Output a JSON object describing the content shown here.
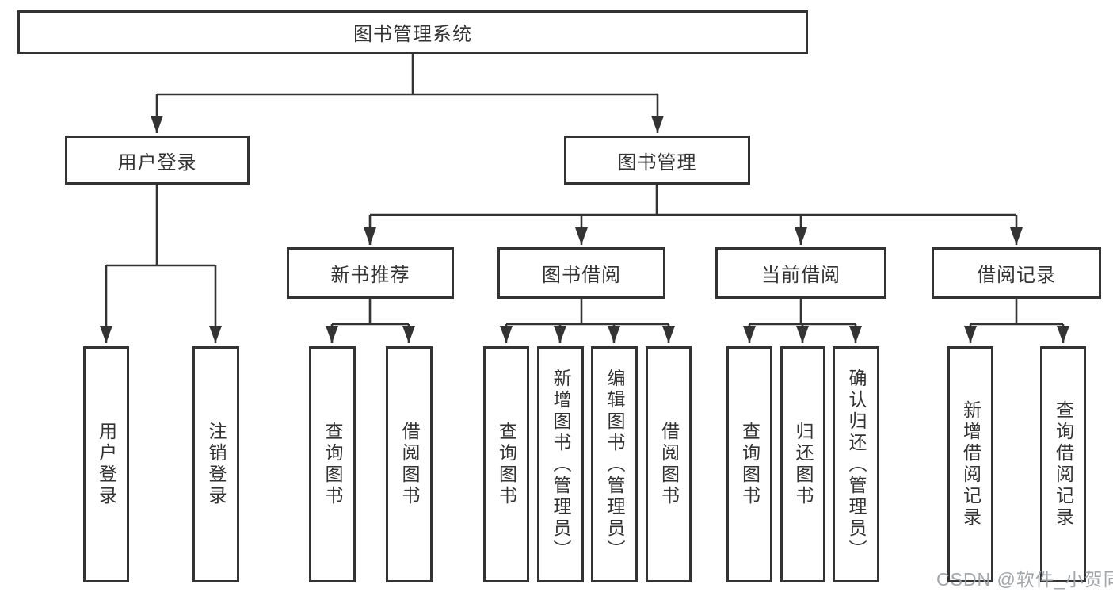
{
  "colors": {
    "line": "#333333",
    "text": "#333333",
    "background": "#ffffff",
    "watermark": "#989ea3"
  },
  "watermark": {
    "text": "CSDN @软件_小贺同学"
  },
  "tree": {
    "root": {
      "label": "图书管理系统"
    },
    "user": {
      "label": "用户登录",
      "children": [
        {
          "label": "用户登录"
        },
        {
          "label": "注销登录"
        }
      ]
    },
    "books": {
      "label": "图书管理",
      "sections": [
        {
          "label": "新书推荐",
          "children": [
            {
              "label": "查询图书"
            },
            {
              "label": "借阅图书"
            }
          ]
        },
        {
          "label": "图书借阅",
          "children": [
            {
              "label": "查询图书"
            },
            {
              "label": "新增图书（管理员）"
            },
            {
              "label": "编辑图书（管理员）"
            },
            {
              "label": "借阅图书"
            }
          ]
        },
        {
          "label": "当前借阅",
          "children": [
            {
              "label": "查询图书"
            },
            {
              "label": "归还图书"
            },
            {
              "label": "确认归还（管理员）"
            }
          ]
        },
        {
          "label": "借阅记录",
          "children": [
            {
              "label": "新增借阅记录"
            },
            {
              "label": "查询借阅记录"
            }
          ]
        }
      ]
    }
  }
}
